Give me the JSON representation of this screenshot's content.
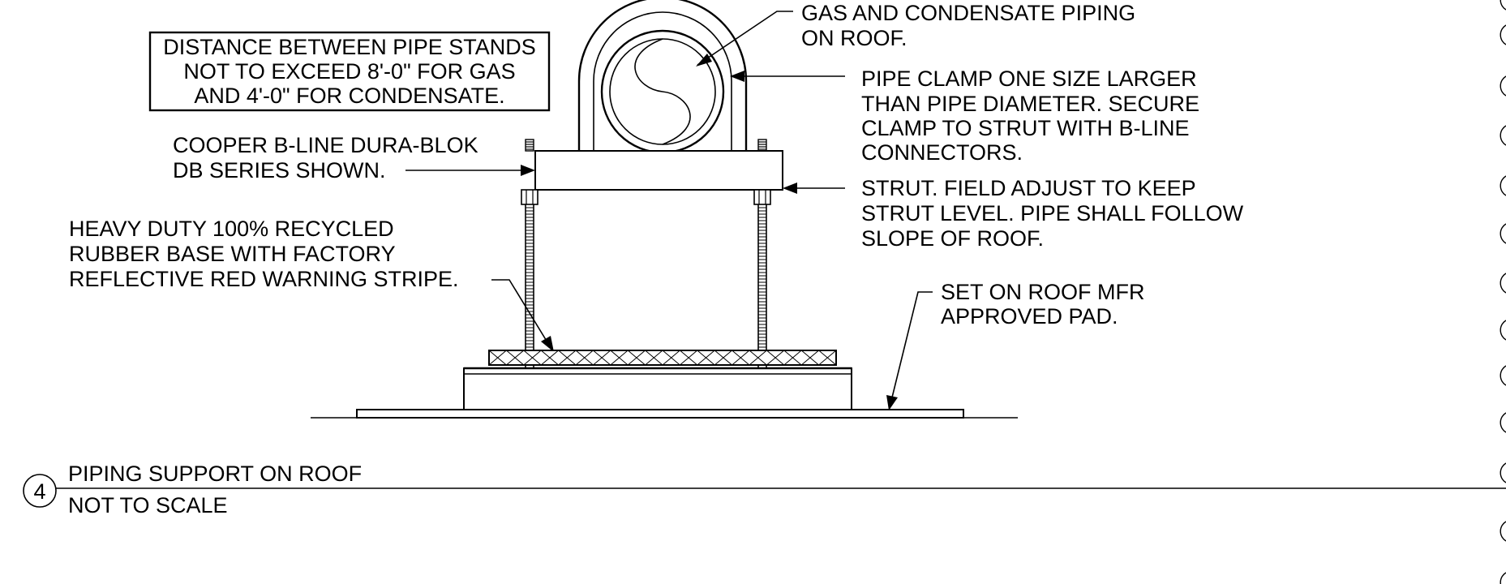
{
  "notes": {
    "box": [
      "DISTANCE BETWEEN PIPE STANDS",
      "NOT TO EXCEED 8'-0\" FOR GAS",
      "AND 4'-0\" FOR CONDENSATE."
    ],
    "gas_piping": [
      "GAS AND CONDENSATE PIPING",
      "ON ROOF."
    ],
    "pipe_clamp": [
      "PIPE CLAMP ONE SIZE LARGER",
      "THAN PIPE DIAMETER.  SECURE",
      "CLAMP TO STRUT WITH B-LINE",
      "CONNECTORS."
    ],
    "cooper": [
      "COOPER B-LINE DURA-BLOK",
      "DB SERIES SHOWN."
    ],
    "strut": [
      "STRUT.  FIELD ADJUST TO KEEP",
      "STRUT LEVEL. PIPE SHALL FOLLOW",
      "SLOPE OF ROOF."
    ],
    "rubber_base": [
      "HEAVY DUTY 100% RECYCLED",
      "RUBBER BASE WITH FACTORY",
      "REFLECTIVE RED WARNING STRIPE."
    ],
    "roof_pad": [
      "SET ON ROOF MFR",
      "APPROVED PAD."
    ]
  },
  "title_block": {
    "detail_number": "4",
    "title": "PIPING SUPPORT ON ROOF",
    "scale": "NOT TO SCALE"
  }
}
